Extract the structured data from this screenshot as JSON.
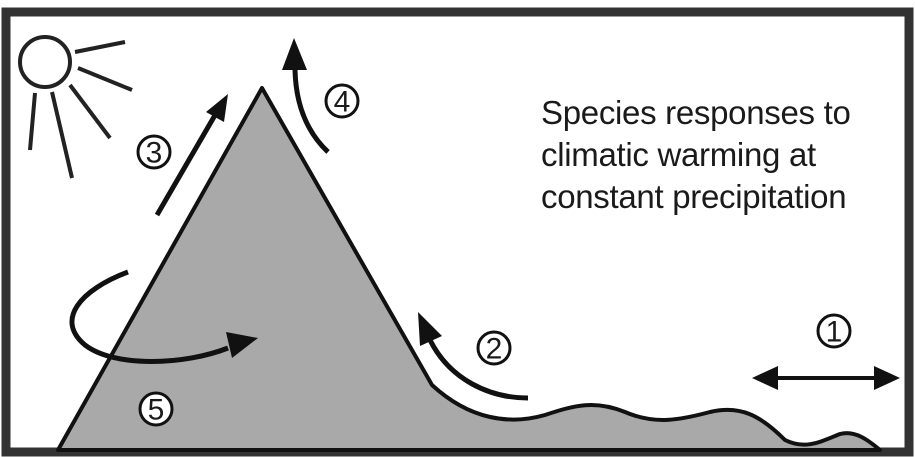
{
  "caption": {
    "line1": "Species responses to",
    "line2": "climatic warming at",
    "line3": "constant precipitation"
  },
  "markers": [
    {
      "id": "1",
      "label": "1"
    },
    {
      "id": "2",
      "label": "2"
    },
    {
      "id": "3",
      "label": "3"
    },
    {
      "id": "4",
      "label": "4"
    },
    {
      "id": "5",
      "label": "5"
    }
  ],
  "icons": {
    "sun": "sun-icon",
    "mountain": "mountain-shape"
  },
  "colors": {
    "border": "#333333",
    "mountain_fill": "#a9a9a9",
    "stroke": "#111111"
  }
}
